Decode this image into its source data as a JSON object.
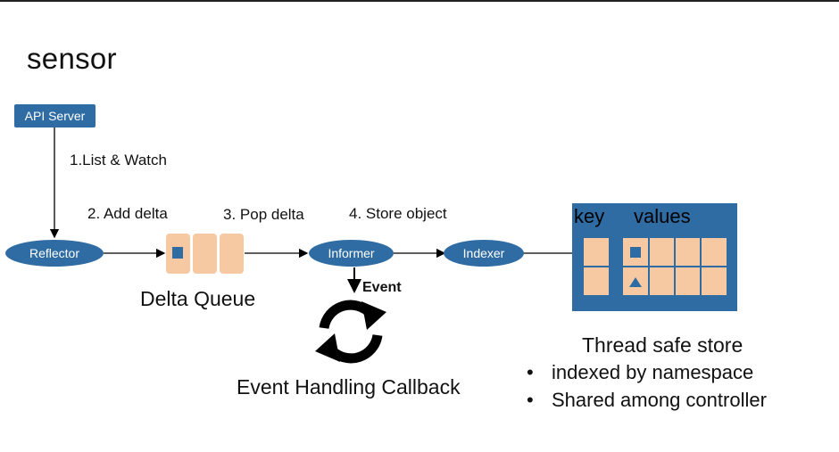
{
  "title": "sensor",
  "nodes": {
    "api_server": "API Server",
    "reflector": "Reflector",
    "informer": "Informer",
    "indexer": "Indexer"
  },
  "steps": {
    "list_watch": "1.List & Watch",
    "add_delta": "2. Add delta",
    "pop_delta": "3. Pop delta",
    "store_object": "4. Store object",
    "event": "Event"
  },
  "delta_queue_label": "Delta Queue",
  "callback_label": "Event Handling Callback",
  "store": {
    "key_header": "key",
    "values_header": "values",
    "caption": "Thread safe store",
    "bullets": [
      "indexed by namespace",
      "Shared among controller"
    ]
  },
  "colors": {
    "node_blue": "#2f6ca3",
    "cell_peach": "#f7c9a3"
  }
}
